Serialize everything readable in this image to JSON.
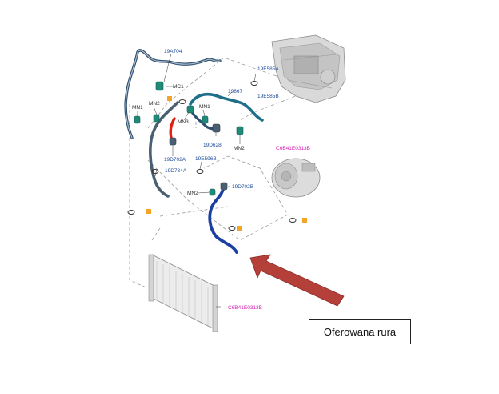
{
  "labels": {
    "l_19a704": "19A704",
    "l_19e585a": "19E585A",
    "l_mc1": "MC1",
    "l_19867": "19867",
    "l_19e585b": "19E585B",
    "l_mn1a": "MN1",
    "l_mn2a": "MN2",
    "l_mn1b": "MN1",
    "l_mn3": "MN3",
    "l_19d628": "19D628",
    "l_mn2b": "MN2",
    "l_19d702a": "19D702A",
    "l_19d734a": "19D734A",
    "l_19e596b": "19E596B",
    "l_19d702b": "19D702B",
    "l_mn2c": "MN2",
    "l_pink1": "C6B41E0313B",
    "l_pink2": "C6B41E0313B"
  },
  "legend": {
    "text": "Oferowana rura"
  },
  "colors": {
    "pipe_teal": "#1f6f8b",
    "pipe_dark": "#2f4f6f",
    "pipe_blue": "#1b3fa0",
    "pipe_red": "#e0200e",
    "arrow_red": "#b5403a",
    "fitting_teal": "#1f8a7a",
    "square_orange": "#f3a52a",
    "callout_blue": "#1f4e9c",
    "callout_magenta": "#d81fb4"
  }
}
